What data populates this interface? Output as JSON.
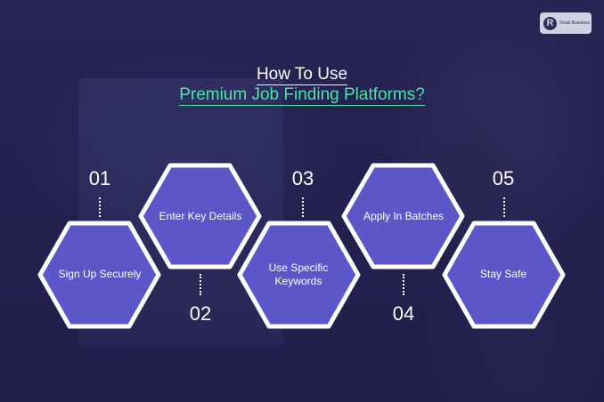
{
  "title_line1": "How To Use",
  "title_line2": "Premium Job Finding Platforms?",
  "logo": {
    "mark": "R",
    "text": "Small Business"
  },
  "colors": {
    "hex_fill": "#5b57c9",
    "hex_border": "#ffffff",
    "accent": "#4fe3a8",
    "background": "#24214d"
  },
  "steps": [
    {
      "number": "01",
      "label": "Sign Up Securely"
    },
    {
      "number": "02",
      "label": "Enter Key Details"
    },
    {
      "number": "03",
      "label": "Use Specific Keywords"
    },
    {
      "number": "04",
      "label": "Apply In Batches"
    },
    {
      "number": "05",
      "label": "Stay Safe"
    }
  ]
}
